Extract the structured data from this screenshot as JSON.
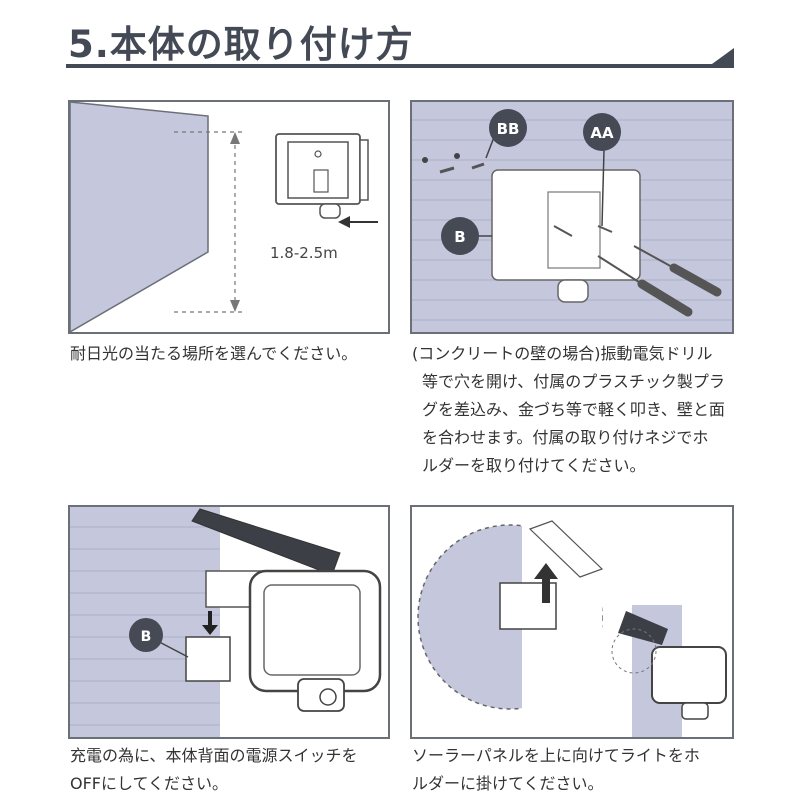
{
  "page": {
    "title": "5.本体の取り付け方"
  },
  "steps": [
    {
      "caption_lines": [
        "耐日光の当たる場所を選んでください。"
      ],
      "height_label": "1.8-2.5m"
    },
    {
      "caption_lines": [
        "(コンクリートの壁の場合)振動電気ドリル",
        "等で穴を開け、付属のプラスチック製プラ",
        "グを差込み、金づち等で軽く叩き、壁と面",
        "を合わせます。付属の取り付けネジでホ",
        "ルダーを取り付けてください。"
      ],
      "callouts": [
        "BB",
        "AA",
        "B"
      ]
    },
    {
      "caption_lines": [
        "充電の為に、本体背面の電源スイッチを",
        "OFFにしてください。"
      ],
      "callouts": [
        "B"
      ]
    },
    {
      "caption_lines": [
        "ソーラーパネルを上に向けてライトをホ",
        "ルダーに掛けてください。"
      ]
    }
  ],
  "colors": {
    "wall": "#c5c7dd",
    "frame": "#6a6f78",
    "title": "#444a55",
    "dark": "#3c3f46"
  }
}
